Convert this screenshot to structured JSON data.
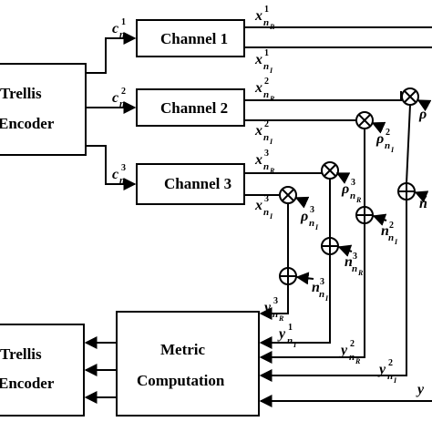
{
  "blocks": {
    "tx_encoder": [
      "Trellis",
      "Encoder"
    ],
    "channel1": "Channel  1",
    "channel2": "Channel  2",
    "channel3": "Channel  3",
    "metric": [
      "Metric",
      "Computation"
    ],
    "rx_decoder": [
      "Trellis",
      "Encoder"
    ]
  },
  "symbols": {
    "c": "c",
    "x": "x",
    "y": "y",
    "rho": "ρ",
    "n": "n",
    "sub_n": "n",
    "sub_R": "R",
    "sub_I": "I",
    "i1": "1",
    "i2": "2",
    "i3": "3"
  }
}
